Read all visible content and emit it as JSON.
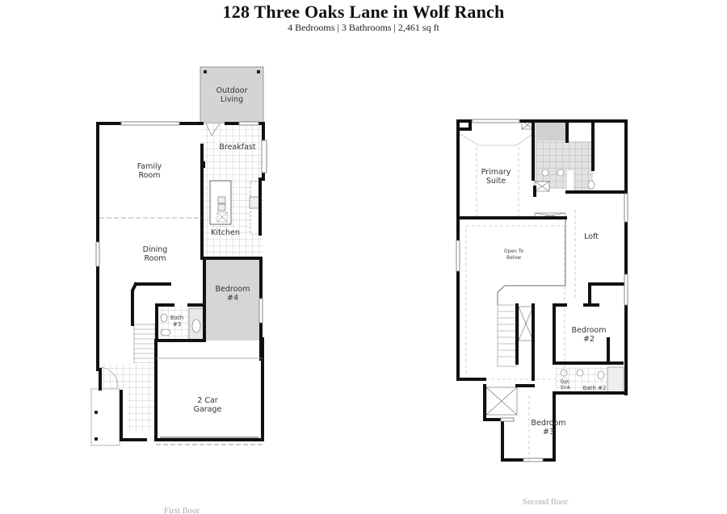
{
  "header": {
    "title": "128 Three Oaks Lane in Wolf Ranch",
    "subtitle": "4 Bedrooms | 3 Bathrooms | 2,461 sq ft"
  },
  "first_floor": {
    "label": "First floor",
    "rooms": {
      "outdoor_living": [
        "Outdoor",
        "Living"
      ],
      "breakfast": "Breakfast",
      "family_room": [
        "Family",
        "Room"
      ],
      "kitchen": "Kitchen",
      "dining_room": [
        "Dining",
        "Room"
      ],
      "bedroom4": [
        "Bedroom",
        "#4"
      ],
      "bath3": [
        "Bath",
        "#3"
      ],
      "garage": [
        "2 Car",
        "Garage"
      ]
    }
  },
  "second_floor": {
    "label": "Second floor",
    "rooms": {
      "primary_suite": [
        "Primary",
        "Suite"
      ],
      "loft": "Loft",
      "open_to_below": [
        "Open To",
        "Below"
      ],
      "bedroom2": [
        "Bedroom",
        "#2"
      ],
      "bedroom3": [
        "Bedroom",
        "#3"
      ],
      "bath2": "Bath #2",
      "opt_sink": [
        "Opt.",
        "Sink"
      ]
    }
  },
  "colors": {
    "wall": "#111111",
    "shaded_room": "#d9d9d9",
    "tile_grid": "#bbbbbb",
    "floor_label": "#aaaaaa"
  }
}
